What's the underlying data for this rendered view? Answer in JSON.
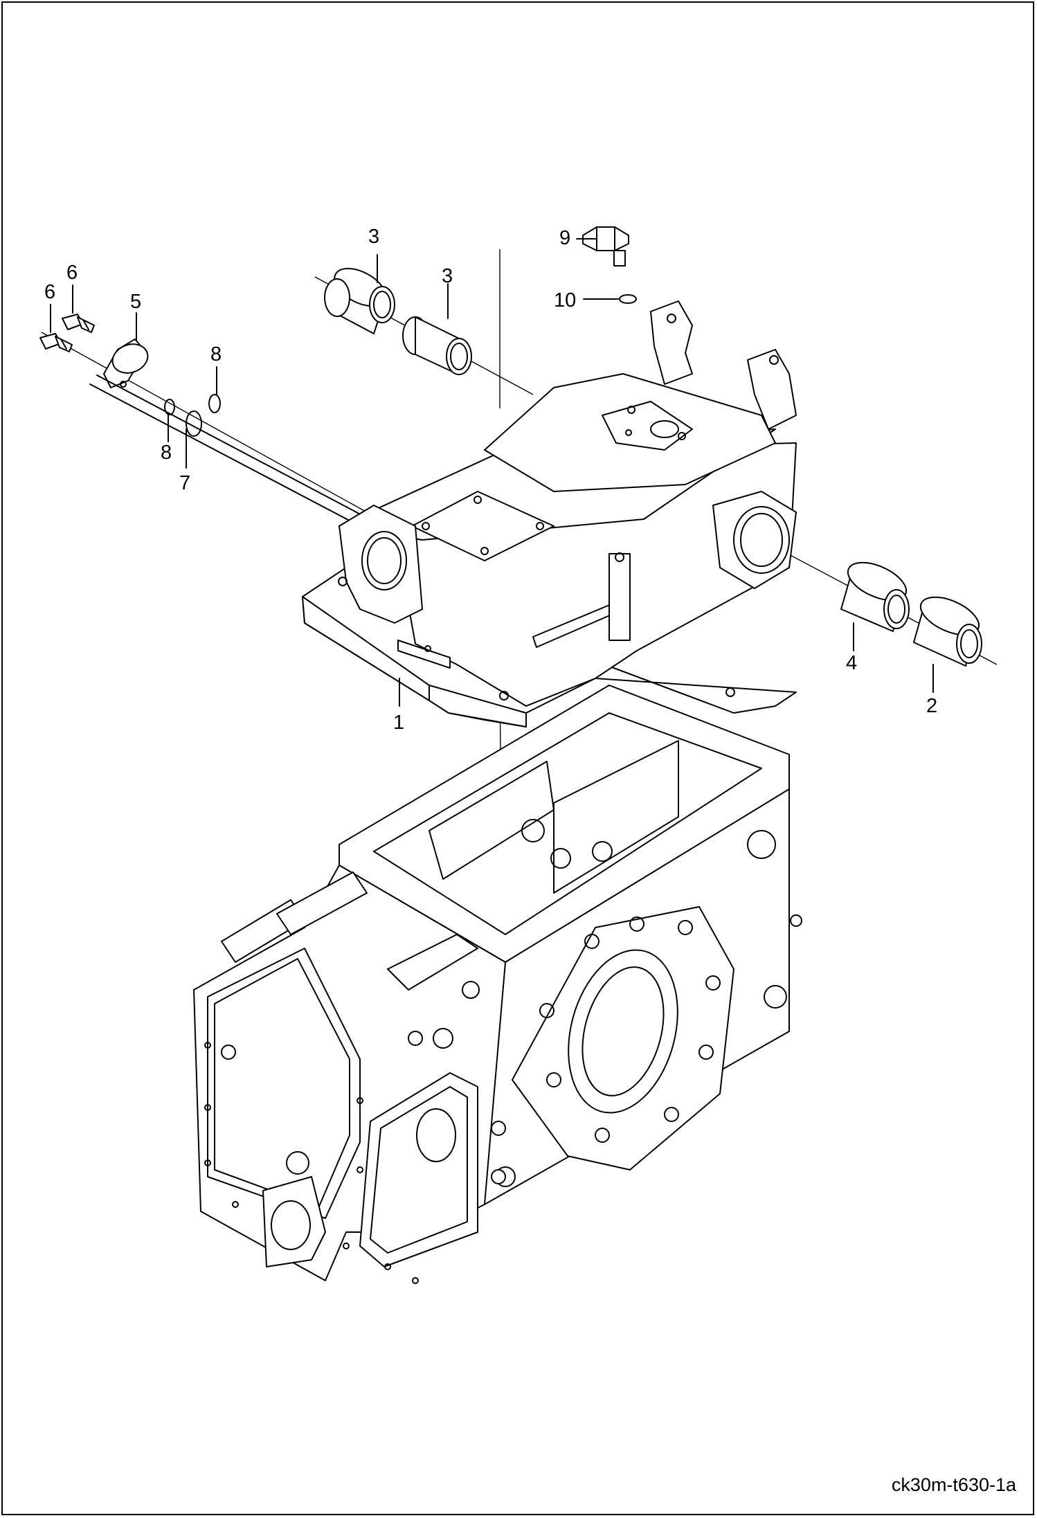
{
  "diagram": {
    "callouts": [
      {
        "id": "c3a",
        "text": "3"
      },
      {
        "id": "c3b",
        "text": "3"
      },
      {
        "id": "c9",
        "text": "9"
      },
      {
        "id": "c10",
        "text": "10"
      },
      {
        "id": "c6a",
        "text": "6"
      },
      {
        "id": "c6b",
        "text": "6"
      },
      {
        "id": "c5",
        "text": "5"
      },
      {
        "id": "c8a",
        "text": "8"
      },
      {
        "id": "c8b",
        "text": "8"
      },
      {
        "id": "c7",
        "text": "7"
      },
      {
        "id": "c1",
        "text": "1"
      },
      {
        "id": "c4",
        "text": "4"
      },
      {
        "id": "c2",
        "text": "2"
      }
    ],
    "figure_code": "ck30m-t630-1a"
  }
}
